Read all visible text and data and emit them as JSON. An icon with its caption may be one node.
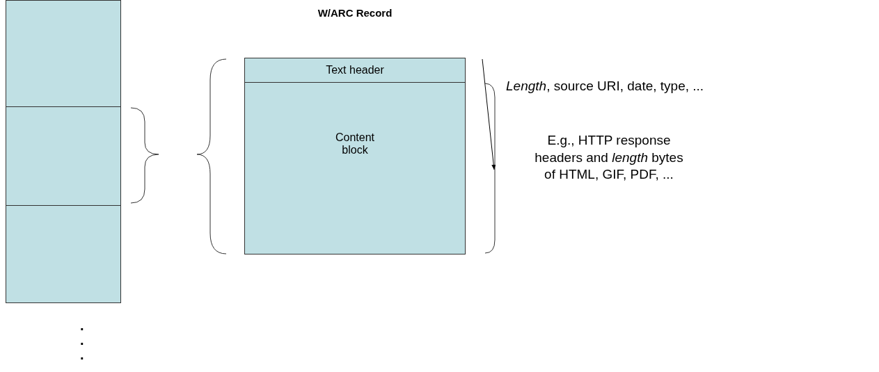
{
  "diagram": {
    "nodes": [
      {
        "text": [],
        "shape": "box"
      },
      {
        "text": [],
        "shape": "box"
      },
      {
        "text": [],
        "shape": "box"
      },
      {
        "text": [
          "W/ARC Record"
        ]
      },
      {
        "text": [
          "Text header"
        ],
        "in": 3
      },
      {
        "text": [
          "Content block"
        ],
        "in": 3
      }
    ],
    "labels": [
      "*Length*, source URI, date, type, ...",
      "E.g., HTTP response headers and *length* bytes of HTML, GIF, PDF, ...",
      ".",
      ".",
      "."
    ]
  }
}
